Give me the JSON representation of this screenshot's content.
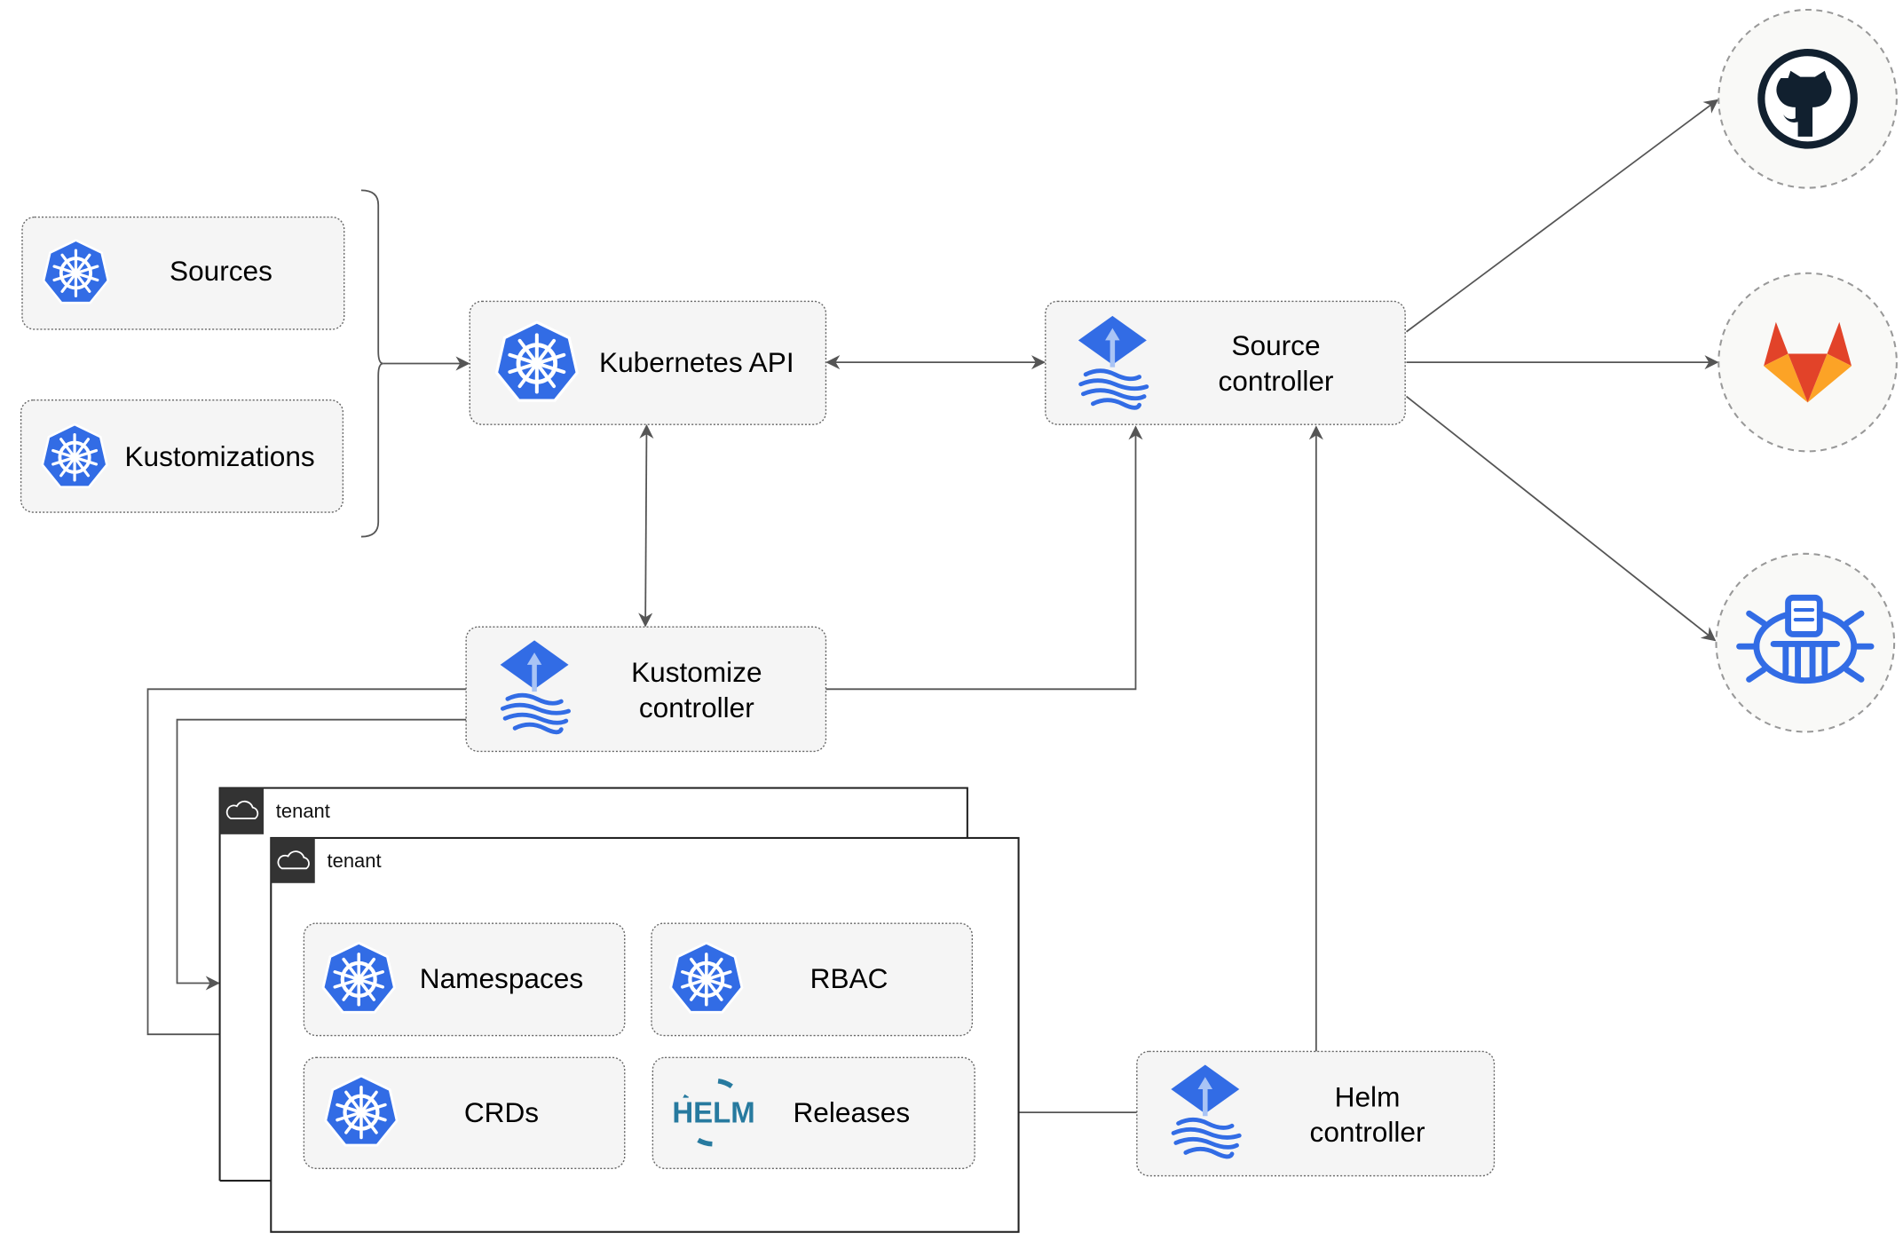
{
  "nodes": {
    "sources": "Sources",
    "kustomizations": "Kustomizations",
    "kubernetes_api": "Kubernetes API",
    "source_controller": [
      "Source",
      "controller"
    ],
    "kustomize_controller": [
      "Kustomize",
      "controller"
    ],
    "helm_controller": [
      "Helm",
      "controller"
    ],
    "namespaces": "Namespaces",
    "rbac": "RBAC",
    "crds": "CRDs",
    "releases": "Releases"
  },
  "tenants": [
    "tenant",
    "tenant"
  ],
  "helm_logo_text": "HELM",
  "external": [
    "github-icon",
    "gitlab-icon",
    "bucket-icon"
  ],
  "colors": {
    "k8s_blue": "#326ce5",
    "gitlab_orange": "#e24329",
    "github_dark": "#11202f",
    "helm_teal": "#277a9f"
  }
}
